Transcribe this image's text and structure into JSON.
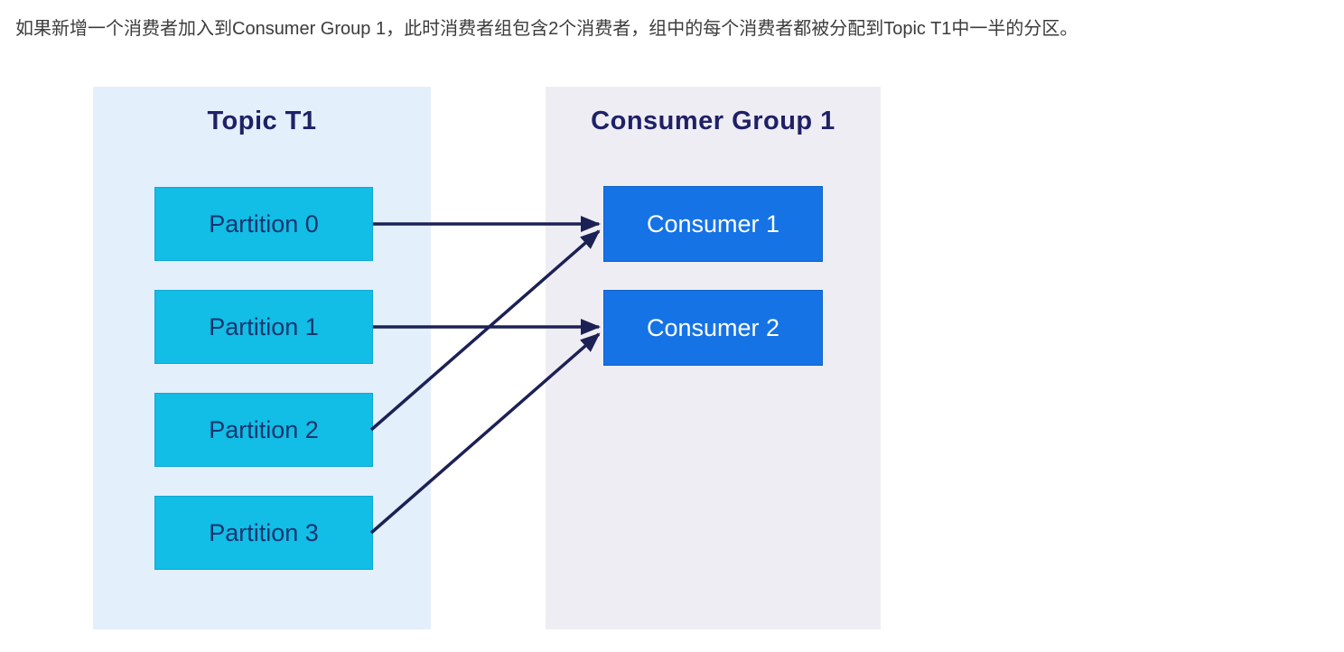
{
  "header": {
    "text": "如果新增一个消费者加入到Consumer Group 1，此时消费者组包含2个消费者，组中的每个消费者都被分配到Topic T1中一半的分区。"
  },
  "diagram": {
    "topic_panel": {
      "title": "Topic T1",
      "partitions": [
        "Partition 0",
        "Partition 1",
        "Partition 2",
        "Partition 3"
      ]
    },
    "consumer_panel": {
      "title": "Consumer Group 1",
      "consumers": [
        "Consumer 1",
        "Consumer 2"
      ]
    },
    "assignments": [
      {
        "from": "Partition 0",
        "to": "Consumer 1"
      },
      {
        "from": "Partition 1",
        "to": "Consumer 2"
      },
      {
        "from": "Partition 2",
        "to": "Consumer 1"
      },
      {
        "from": "Partition 3",
        "to": "Consumer 2"
      }
    ],
    "colors": {
      "topic_panel_bg": "#e4effc",
      "consumer_panel_bg": "#efedf4",
      "partition_box": "#12bde6",
      "partition_text": "#16356e",
      "consumer_box": "#1673e6",
      "consumer_text": "#ffffff",
      "panel_title_text": "#1f2167",
      "arrow": "#1c2155",
      "header_text": "#3c3c3c"
    }
  }
}
